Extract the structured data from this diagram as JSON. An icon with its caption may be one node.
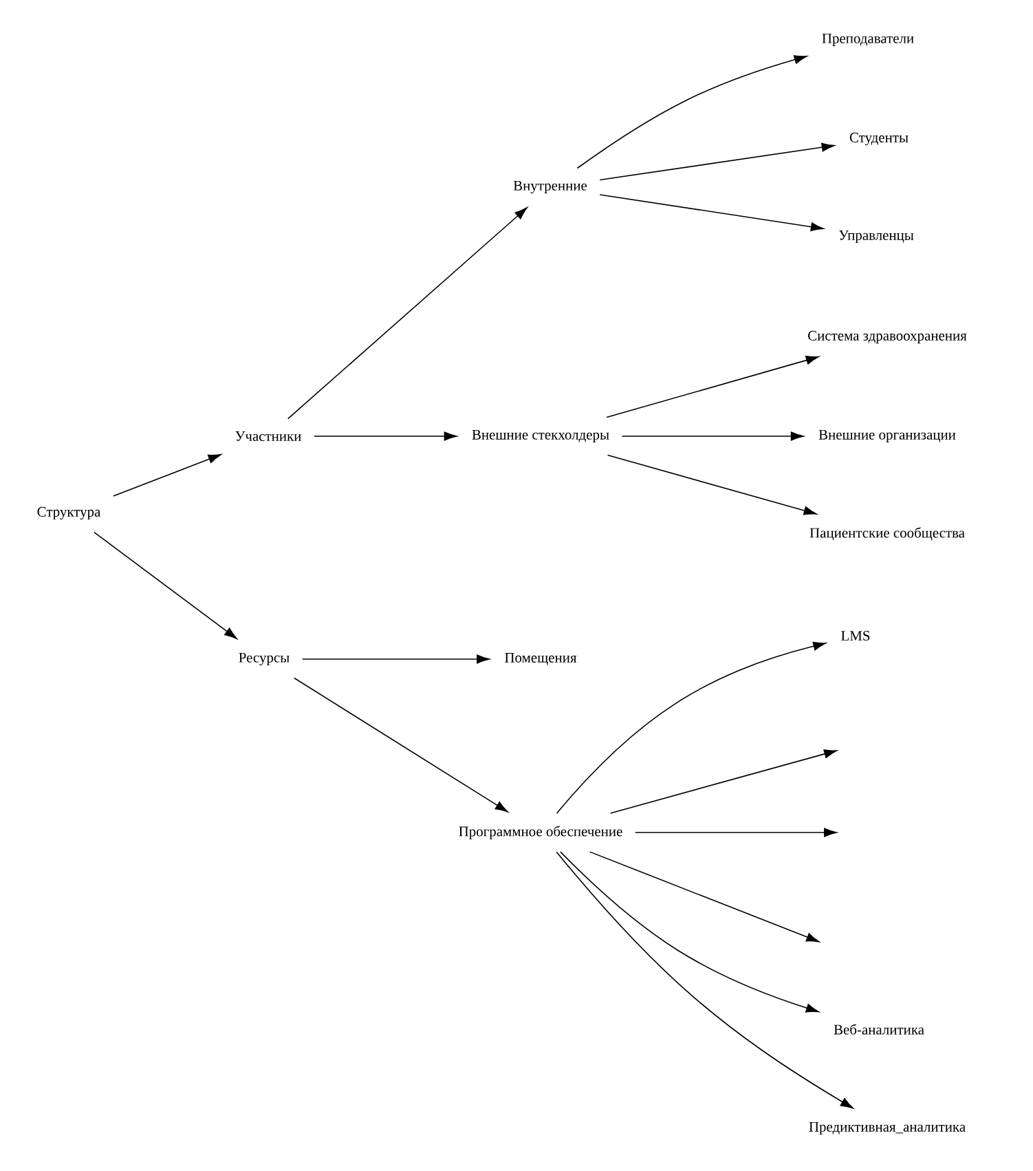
{
  "diagram": {
    "nodes": [
      {
        "text": [
          "Структура"
        ]
      },
      {
        "text": [
          "Участники"
        ]
      },
      {
        "text": [
          "Ресурсы"
        ]
      },
      {
        "text": [
          "Внутренние"
        ]
      },
      {
        "text": [
          "Внешние стекхолдеры"
        ]
      },
      {
        "text": [
          "Помещения"
        ]
      },
      {
        "text": [
          "Программное обеспечение"
        ]
      },
      {
        "text": [
          "Преподаватели"
        ]
      },
      {
        "text": [
          "Студенты"
        ]
      },
      {
        "text": [
          "Управленцы"
        ]
      },
      {
        "text": [
          "Система здравоохранения"
        ]
      },
      {
        "text": [
          "Внешние организации"
        ]
      },
      {
        "text": [
          "Пациентские сообщества"
        ]
      },
      {
        "text": [
          "LMS"
        ]
      },
      {
        "text": [
          "Веб-аналитика"
        ]
      },
      {
        "text": [
          "Предиктивная_аналитика"
        ]
      }
    ],
    "edges": [
      {
        "from": 0,
        "to": 1,
        "arrow": "to"
      },
      {
        "from": 0,
        "to": 2,
        "arrow": "to"
      },
      {
        "from": 1,
        "to": 3,
        "arrow": "to"
      },
      {
        "from": 1,
        "to": 4,
        "arrow": "to"
      },
      {
        "from": 2,
        "to": 5,
        "arrow": "to"
      },
      {
        "from": 2,
        "to": 6,
        "arrow": "to"
      },
      {
        "from": 3,
        "to": 7,
        "arrow": "to"
      },
      {
        "from": 3,
        "to": 8,
        "arrow": "to"
      },
      {
        "from": 3,
        "to": 9,
        "arrow": "to"
      },
      {
        "from": 4,
        "to": 10,
        "arrow": "to"
      },
      {
        "from": 4,
        "to": 11,
        "arrow": "to"
      },
      {
        "from": 4,
        "to": 12,
        "arrow": "to"
      },
      {
        "from": 6,
        "to": 13,
        "arrow": "to"
      },
      {
        "from": 6,
        "to": null,
        "arrow": "to"
      },
      {
        "from": 6,
        "to": null,
        "arrow": "to"
      },
      {
        "from": 6,
        "to": null,
        "arrow": "to"
      },
      {
        "from": 6,
        "to": 14,
        "arrow": "to"
      },
      {
        "from": 6,
        "to": 15,
        "arrow": "to"
      }
    ]
  }
}
